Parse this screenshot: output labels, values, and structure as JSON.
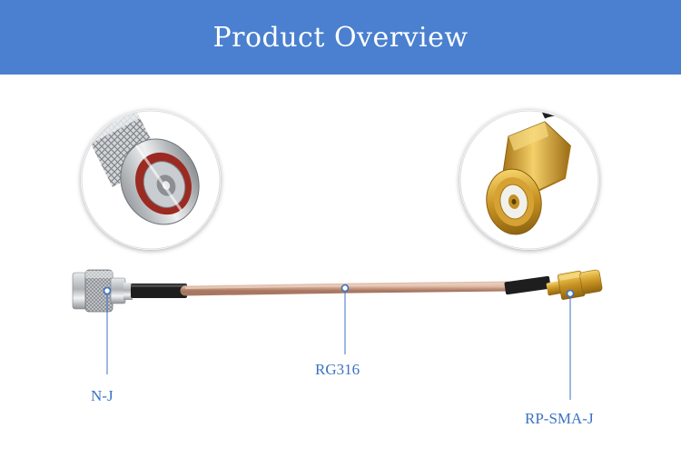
{
  "header": {
    "title": "Product Overview",
    "background_color": "#4a80cf",
    "text_color": "#ffffff"
  },
  "callouts": [
    {
      "name": "n-connector",
      "label": "N-J"
    },
    {
      "name": "cable",
      "label": "RG316"
    },
    {
      "name": "sma-connector",
      "label": "RP-SMA-J"
    }
  ],
  "colors": {
    "accent": "#4a80cf",
    "label": "#3b72c4",
    "cable": "#c79a82",
    "brass": "#d8a52c",
    "nickel": "#b9bcbf"
  },
  "icons": {
    "left_detail": "n-connector-closeup-icon",
    "right_detail": "sma-connector-closeup-icon"
  }
}
